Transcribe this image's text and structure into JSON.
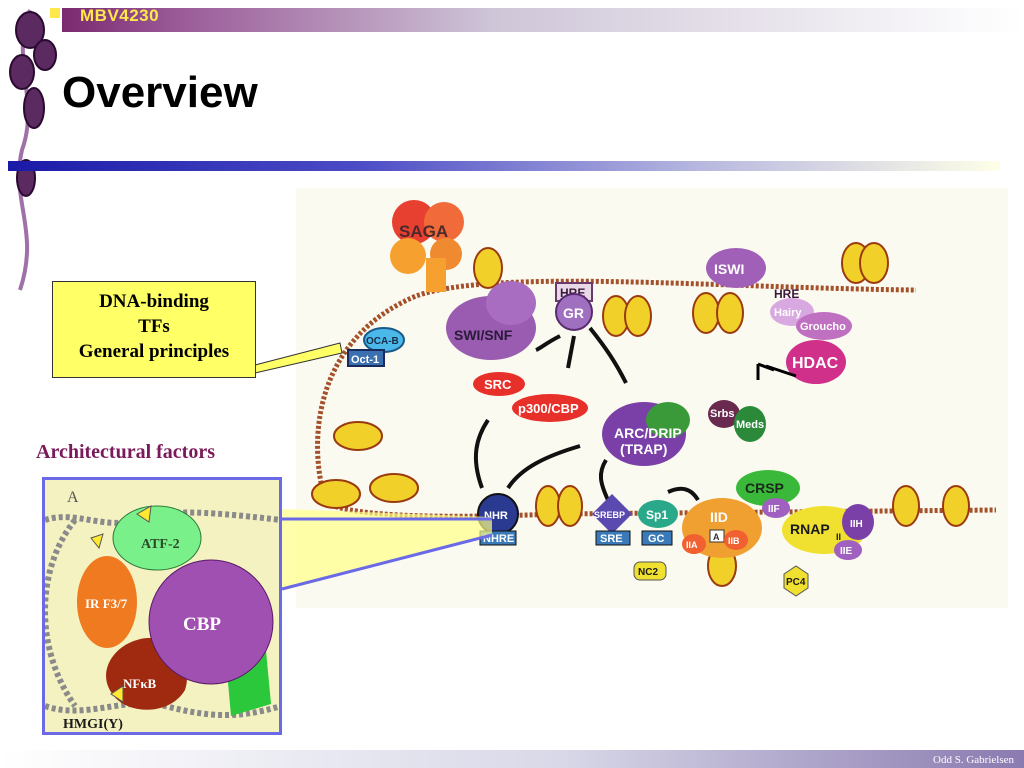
{
  "header": {
    "course_code": "MBV4230",
    "title": "Overview"
  },
  "footer": {
    "author": "Odd S. Gabrielsen"
  },
  "callout": {
    "line1": "DNA-binding",
    "line2": "TFs",
    "line3": "General principles"
  },
  "architectural": {
    "heading": "Architectural factors"
  },
  "inset": {
    "panel_letter": "A",
    "labels": {
      "atf2": "ATF-2",
      "irf": "IR F3/7",
      "cbp": "CBP",
      "nfkb": "NFκB",
      "hmgi": "HMGI(Y)"
    }
  },
  "diagram_labels": {
    "saga": "SAGA",
    "swisnf": "SWI/SNF",
    "hre_top": "HRE",
    "gr": "GR",
    "iswi": "ISWI",
    "hre_right": "HRE",
    "hairy": "Hairy",
    "groucho": "Groucho",
    "hdac": "HDAC",
    "ocab": "OCA-B",
    "oct1": "Oct-1",
    "src": "SRC",
    "p300": "p300/CBP",
    "arc1": "ARC/DRIP",
    "arc2": "(TRAP)",
    "srbs": "Srbs",
    "meds": "Meds",
    "crsp": "CRSP",
    "nhr": "NHR",
    "nhre": "NHRE",
    "srebp": "SREBP",
    "sre": "SRE",
    "sp1": "Sp1",
    "gc": "GC",
    "iid": "IID",
    "iif": "IIF",
    "rnap": "RNAP",
    "rnap_sub": "II",
    "iih": "IIH",
    "iie": "IIE",
    "iia": "IIA",
    "iib": "IIB",
    "a": "A",
    "nc2": "NC2",
    "pc4": "PC4"
  },
  "colors": {
    "accent_purple": "#7a2a70",
    "callout_yellow": "#ffff66",
    "arch_text": "#7a1a5a",
    "inset_border": "#6a6ae8"
  }
}
